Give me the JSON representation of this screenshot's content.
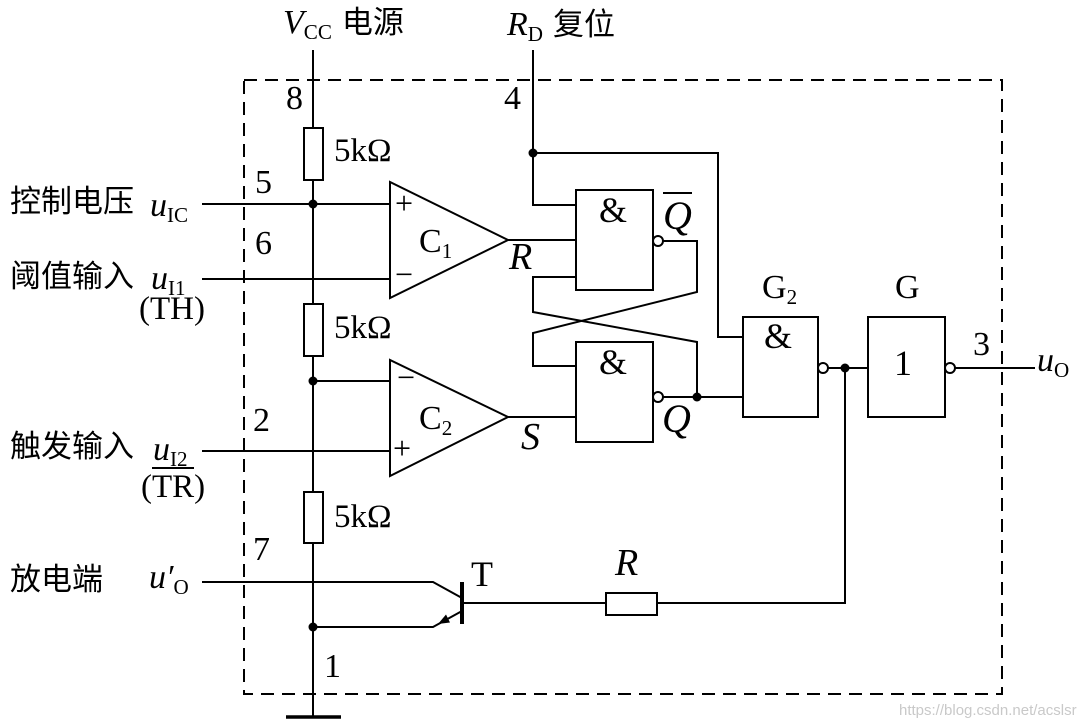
{
  "power": {
    "symbol": "V",
    "symbol_sub": "CC",
    "text": "电源",
    "pin": "8"
  },
  "reset": {
    "symbol": "R",
    "symbol_sub": "D",
    "text": "复位",
    "pin": "4"
  },
  "inputs": {
    "control": {
      "text": "控制电压",
      "var": "u",
      "var_sub": "IC",
      "pin": "5"
    },
    "threshold": {
      "text": "阈值输入",
      "var": "u",
      "var_sub": "I1",
      "alias": "(TH)",
      "pin": "6"
    },
    "trigger": {
      "text": "触发输入",
      "var": "u",
      "var_sub": "I2",
      "alias_open": "(",
      "alias_bar": "TR",
      "alias_close": ")",
      "pin": "2"
    },
    "discharge": {
      "text": "放电端",
      "var": "u′",
      "var_sub": "O",
      "pin": "7"
    }
  },
  "output": {
    "pin": "3",
    "var": "u",
    "var_sub": "O"
  },
  "ground_pin": "1",
  "resistors": {
    "r1": "5kΩ",
    "r2": "5kΩ",
    "r3": "5kΩ",
    "r_base": "R"
  },
  "comparators": {
    "c1": {
      "name": "C",
      "sub": "1",
      "plus": "+",
      "minus": "−"
    },
    "c2": {
      "name": "C",
      "sub": "2",
      "plus": "+",
      "minus": "−"
    }
  },
  "latch": {
    "gate1_symbol": "&",
    "gate2_symbol": "&",
    "q": "Q",
    "q_bar": "Q",
    "r_in": "R",
    "s_in": "S"
  },
  "gates": {
    "g2": {
      "name": "G",
      "sub": "2",
      "symbol": "&"
    },
    "g": {
      "name": "G",
      "symbol": "1"
    }
  },
  "transistor": {
    "name": "T"
  },
  "colors": {
    "line": "#000000",
    "background": "#ffffff",
    "watermark": "#c9c9c9"
  },
  "watermark": "https://blog.csdn.net/acslsr"
}
